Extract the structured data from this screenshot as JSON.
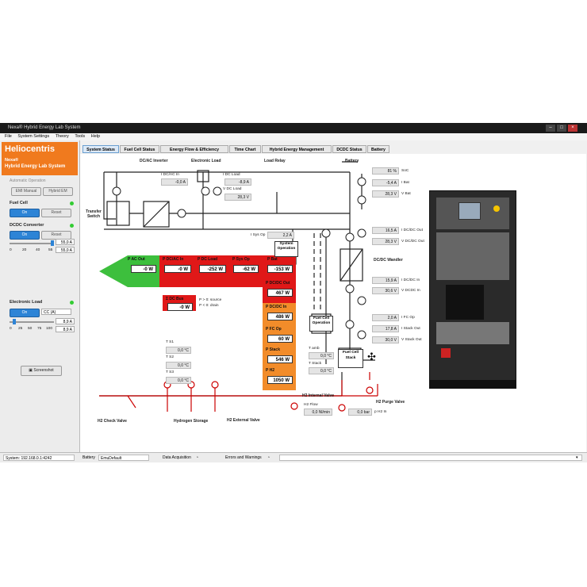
{
  "window": {
    "title": "Nexa® Hybrid Energy Lab System"
  },
  "menu": [
    "File",
    "System Settings",
    "Theory",
    "Tools",
    "Help"
  ],
  "sidebar": {
    "brand": "Heliocentris",
    "brand_sub1": "Nexa®",
    "brand_sub2": "Hybrid Energy Lab System",
    "auto_op": "Automatic Operation",
    "emi_manual": "EMI Manual",
    "hybrid_em": "Hybrid EM",
    "fuel_cell": "Fuel Cell",
    "on": "On",
    "reset": "Reset",
    "dcdc": "DCDC Converter",
    "dcdc_scale": [
      "0",
      "20",
      "40",
      "55"
    ],
    "dcdc_v1": "55,0 A",
    "dcdc_v2": "55,0 A",
    "eload": "Electronic Load",
    "cc_mode": "CC (A)",
    "eload_scale": [
      "0",
      "25",
      "50",
      "75",
      "100"
    ],
    "eload_v1": "8,9 A",
    "eload_v2": "8,9 A",
    "screenshot": "Screenshot"
  },
  "tabs": [
    "System Status",
    "Fuel Cell Status",
    "Energy Flow & Efficiency",
    "Time Chart",
    "Hybrid Energy Management",
    "DCDC Status",
    "Battery"
  ],
  "diagram": {
    "dcac_inverter": "DC/AC Inverter",
    "electronic_load": "Electronic Load",
    "load_relay": "Load Relay",
    "battery": "Battery",
    "i_dcac_in": "I DC/AC In",
    "i_dcac_val": "-0,0 A",
    "i_dc_load": "I DC Load",
    "i_dc_load_val": "-8,9 A",
    "v_dc_load": "V DC Load",
    "v_dc_load_val": "28,3 V",
    "soc_val": "81 %",
    "soc": "SoC",
    "i_bat_val": "-5,4 A",
    "i_bat": "I Bat",
    "v_bat_val": "28,3 V",
    "v_bat": "V Bat",
    "transfer_switch": "Transfer Switch",
    "i_sys_op": "I Sys Op",
    "i_sys_op_val": "2,2 A",
    "system_operation": "System Operation",
    "i_dcdc_out_val": "16,5 A",
    "i_dcdc_out": "I DC/DC Out",
    "v_dcdc_out_val": "28,3 V",
    "v_dcdc_out": "V DC/DC Out",
    "dcdc_wandler": "DC/DC Wandler",
    "i_dcdc_in_val": "15,9 A",
    "i_dcdc_in": "I DC/DC In",
    "v_dcdc_in_val": "30,6 V",
    "v_dcdc_in": "V DCDC In",
    "i_fc_op_val": "2,0 A",
    "i_fc_op": "I FC Op",
    "i_stack_out_val": "17,8 A",
    "i_stack_out": "I Stack Out",
    "v_stack_out_val": "30,0 V",
    "v_stack_out": "V Stack Out",
    "fuel_cell_operation": "Fuel Cell Operation",
    "fuel_cell_stack": "Fuel Cell Stack",
    "t_amb": "T amb",
    "t_amb_val": "0,0 °C",
    "t_stack": "T Stack",
    "t_stack_val": "0,0 °C",
    "t_s1": "T S1",
    "t_s1_val": "0,0 °C",
    "t_s2": "T S2",
    "t_s2_val": "0,0 °C",
    "t_s3": "T S3",
    "t_s3_val": "0,0 °C",
    "h2_check_valve": "H2 Check Valve",
    "hydrogen_storage": "Hydrogen Storage",
    "h2_external_valve": "H2 External Valve",
    "h2_flow": "H2 Flow",
    "h2_flow_val": "0,0 Nl/min",
    "h2_internal_valve": "H2 Internal Valve",
    "p_h2_in": "p H2 In",
    "p_h2_in_val": "0,0 bar",
    "h2_purge_valve": "H2 Purge Valve",
    "pac_out": "P AC Out",
    "pac_out_val": "-0 W",
    "pdcac_in": "P DC/AC In",
    "pdcac_in_val": "-0 W",
    "pdc_load": "P DC Load",
    "pdc_load_val": "-252 W",
    "psys_op": "P Sys Op",
    "psys_op_val": "-62 W",
    "pbat": "P Bat",
    "pbat_val": "-153 W",
    "pdcdc_out": "P DC/DC Out",
    "pdcdc_out_val": "467 W",
    "pdcdc_in": "P DC/DC In",
    "pdcdc_in_val": "486 W",
    "pfc_op": "P FC Op",
    "pfc_op_val": "60 W",
    "pstack": "P Stack",
    "pstack_val": "546 W",
    "ph2": "P H2",
    "ph2_val": "1050 W",
    "dc_bus": "Σ DC Bus",
    "dc_bus_val": "-0 W",
    "legend1": "P > 0: source",
    "legend2": "P < 0: drain"
  },
  "status": {
    "system": "System: 192.168.0.1:4242",
    "battery_label": "Battery",
    "battery_val": "EmuDefault",
    "daq": "Data Acquisition",
    "errors": "Errors and Warnings"
  }
}
